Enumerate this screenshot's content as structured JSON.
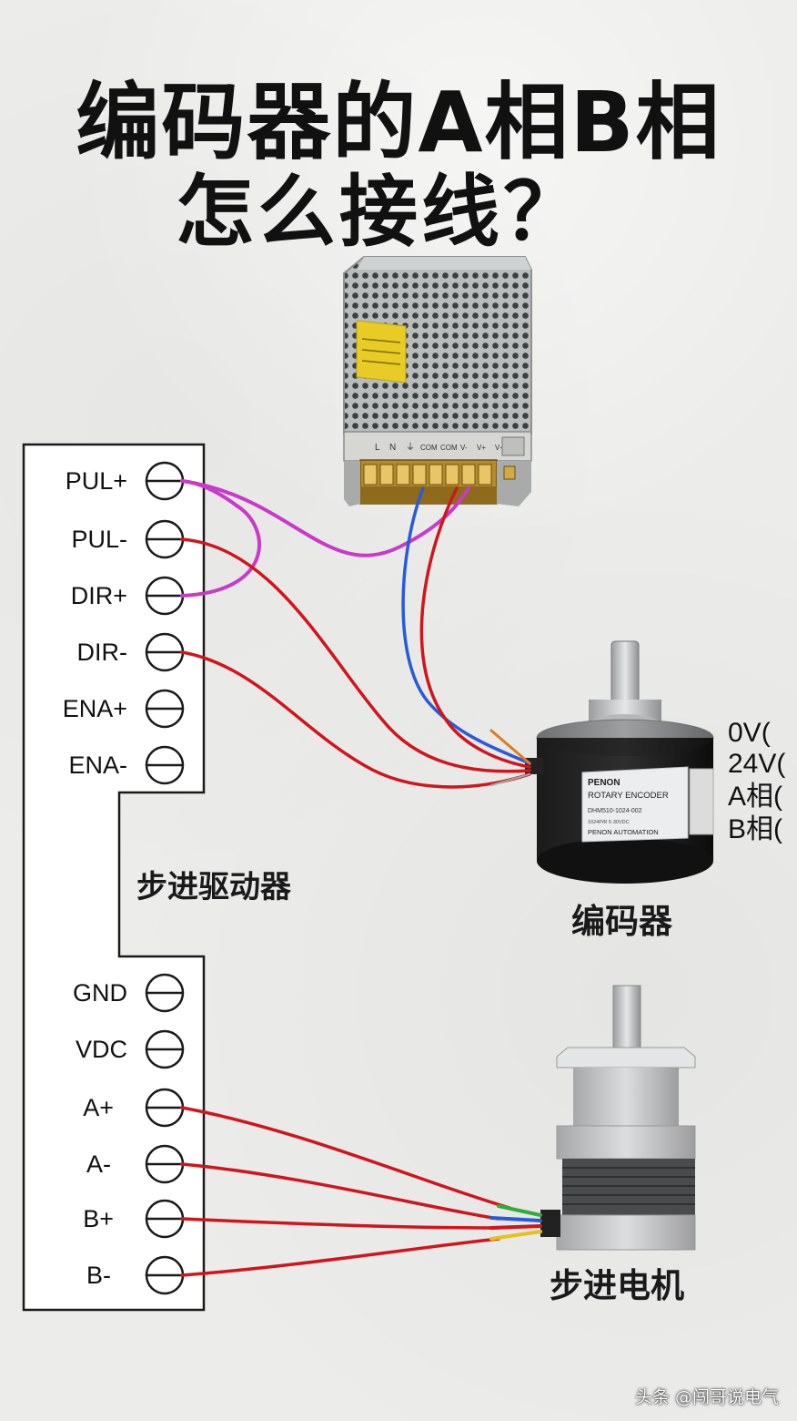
{
  "title": {
    "line1": "编码器的A相B相",
    "line2": "怎么接线？"
  },
  "driver": {
    "caption": "步进驱动器",
    "top_terminals": [
      "PUL+",
      "PUL-",
      "DIR+",
      "DIR-",
      "ENA+",
      "ENA-"
    ],
    "bottom_terminals": [
      "GND",
      "VDC",
      "A+",
      "A-",
      "B+",
      "B-"
    ]
  },
  "power_supply": {
    "terminal_marks": [
      "L",
      "N",
      "⏚",
      "COM",
      "COM",
      "V-",
      "V+",
      "V+"
    ]
  },
  "encoder": {
    "caption": "编码器",
    "brand": "PENON",
    "model_line": "ROTARY ENCODER",
    "part_no": "DHM510-1024-002",
    "spec": "1024P/R   5-30VDC",
    "maker": "PENON AUTOMATION",
    "wire_labels": [
      "0V(",
      "24V(",
      "A相(",
      "B相("
    ]
  },
  "motor": {
    "caption": "步进电机"
  },
  "watermark": "头条 @闯哥说电气",
  "colors": {
    "red_wire": "#d0161c",
    "blue_wire": "#2a5bd7",
    "magenta_wire": "#c93ac8",
    "green_wire": "#2fae3a",
    "yellow_wire": "#e3c21c"
  }
}
